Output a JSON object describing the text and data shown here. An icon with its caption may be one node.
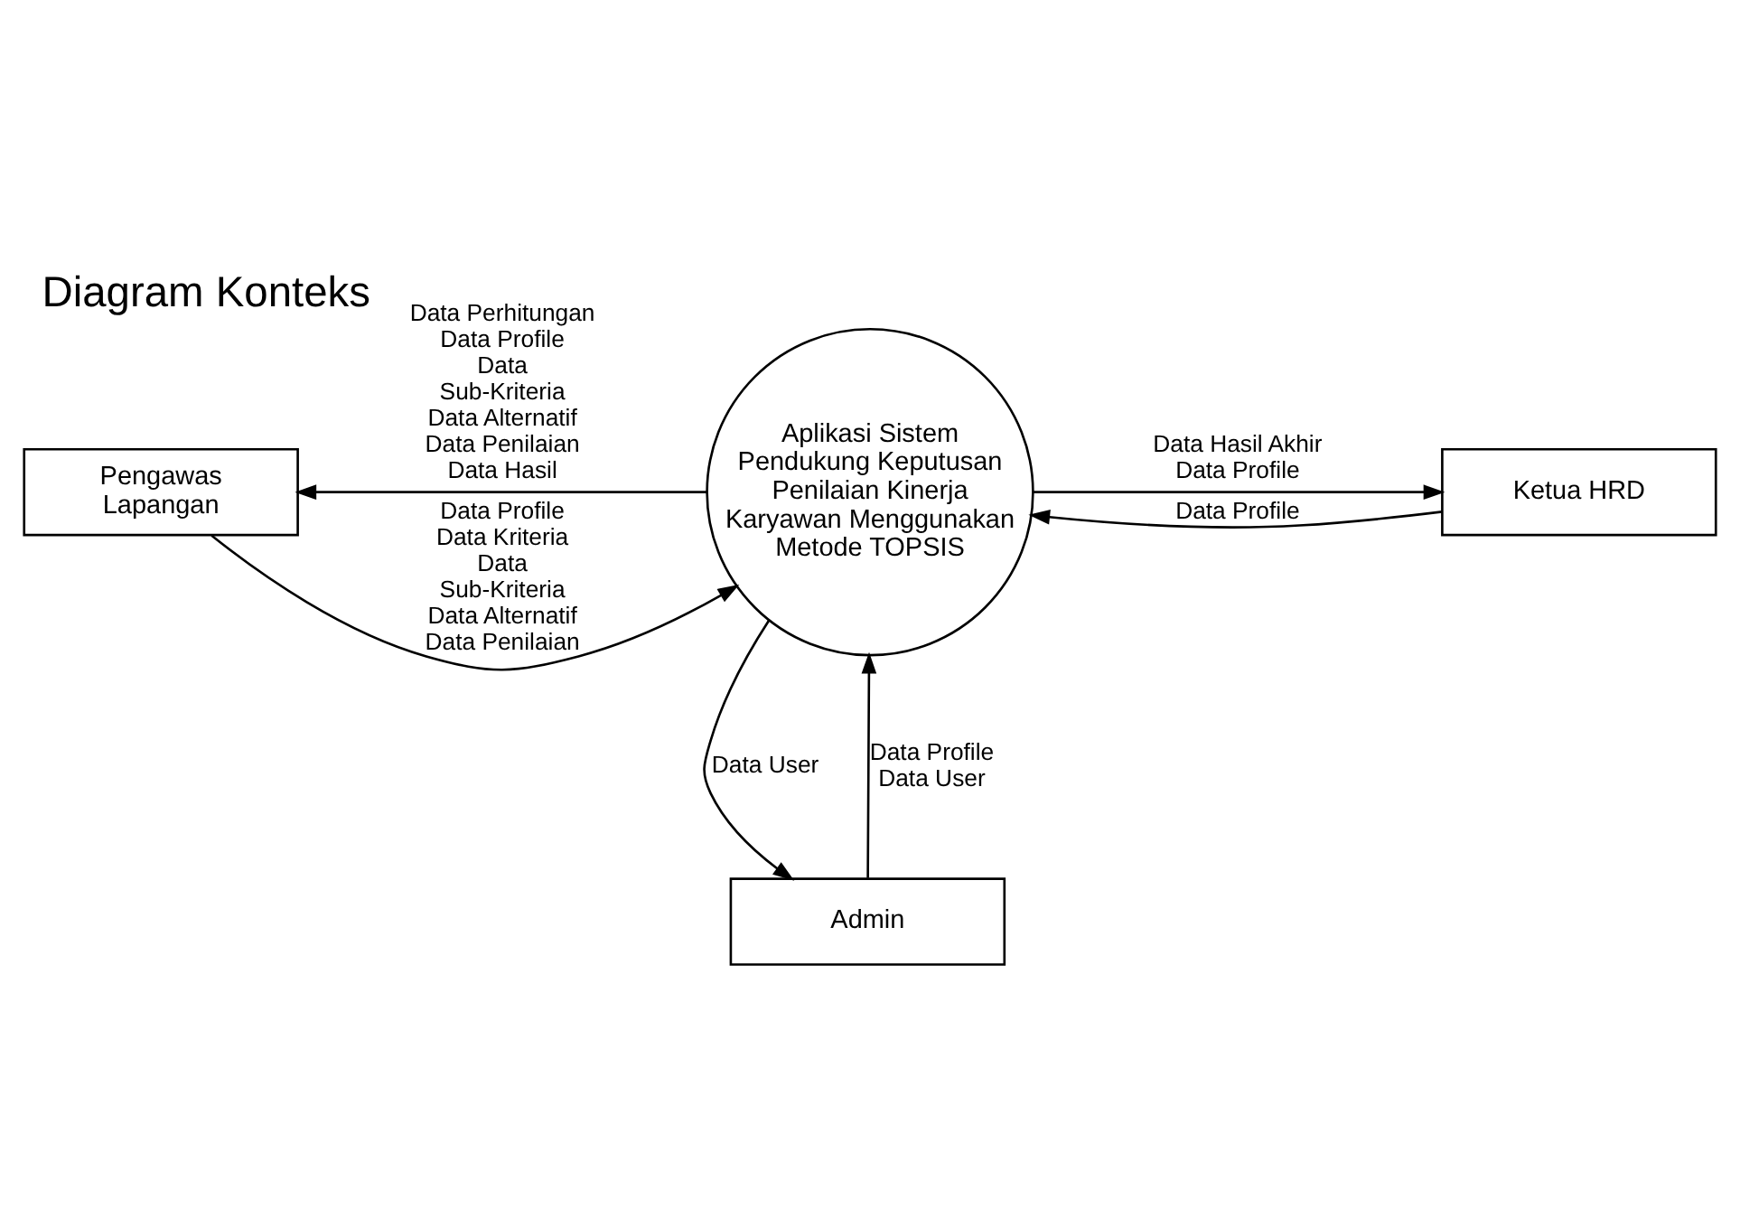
{
  "diagram": {
    "title": "Diagram Konteks",
    "nodes": [
      {
        "text": [
          "Pengawas Lapangan"
        ]
      },
      {
        "text": [
          "Aplikasi Sistem Pendukung Keputusan Penilaian Kinerja Karyawan Menggunakan Metode TOPSIS"
        ]
      },
      {
        "text": [
          "Ketua HRD"
        ]
      },
      {
        "text": [
          "Admin"
        ]
      }
    ],
    "edges": [
      {
        "from": 0,
        "to": 1,
        "arrow": "to",
        "label": "Data Profile Data Kriteria Data Sub-Kriteria Data Alternatif Data Penilaian"
      },
      {
        "from": 1,
        "to": 0,
        "arrow": "to",
        "label": "Data Perhitungan Data Profile Data Sub-Kriteria Data Alternatif Data Penilaian Data Hasil"
      },
      {
        "from": 1,
        "to": 2,
        "arrow": "to",
        "label": "Data Hasil Akhir Data Profile"
      },
      {
        "from": 2,
        "to": 1,
        "arrow": "to",
        "label": "Data Profile"
      },
      {
        "from": 3,
        "to": 1,
        "arrow": "to",
        "label": "Data Profile Data User"
      },
      {
        "from": 1,
        "to": 3,
        "arrow": "to",
        "label": "Data User"
      }
    ]
  }
}
